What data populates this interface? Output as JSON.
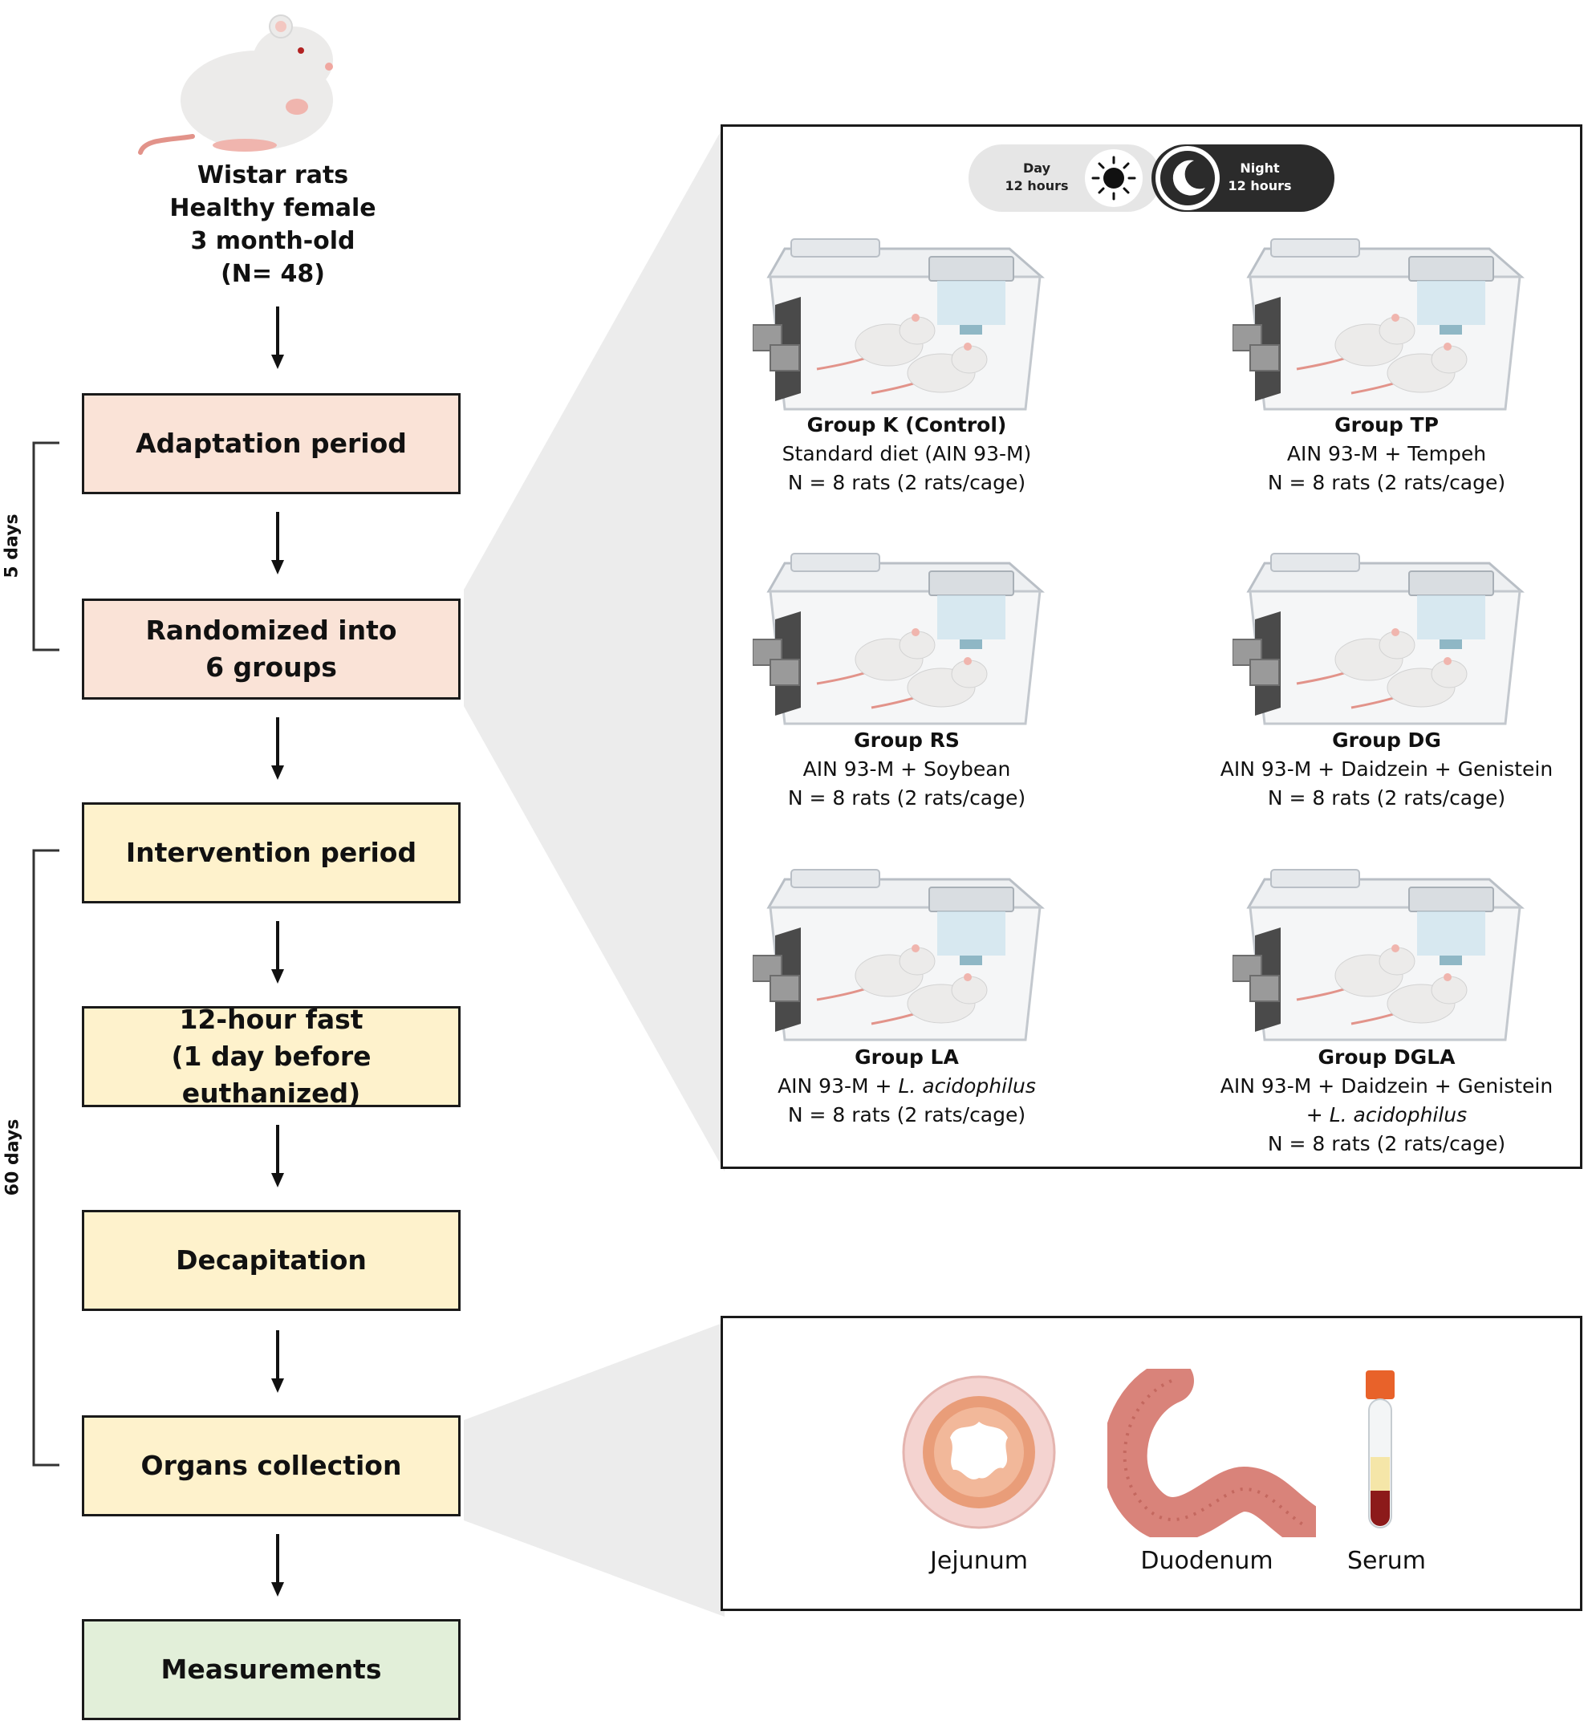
{
  "subject": {
    "lines": [
      "Wistar rats",
      "Healthy female",
      "3 month-old",
      "(N= 48)"
    ]
  },
  "steps": [
    {
      "lines": [
        "Adaptation period"
      ]
    },
    {
      "lines": [
        "Randomized into",
        "6 groups"
      ]
    },
    {
      "lines": [
        "Intervention period"
      ]
    },
    {
      "lines": [
        "12-hour fast",
        "(1 day before euthanized)"
      ]
    },
    {
      "lines": [
        "Decapitation"
      ]
    },
    {
      "lines": [
        "Organs collection"
      ]
    },
    {
      "lines": [
        "Measurements"
      ]
    }
  ],
  "durations": {
    "adaptation": "5 days",
    "intervention": "60 days"
  },
  "light_cycle": {
    "day_label": "Day",
    "day_hours": "12 hours",
    "night_label": "Night",
    "night_hours": "12 hours"
  },
  "groups": [
    {
      "name": "Group K (Control)",
      "diet": "Standard diet (AIN 93-M)",
      "diet_extra": "",
      "count": "N = 8 rats (2 rats/cage)"
    },
    {
      "name": "Group TP",
      "diet": "AIN 93-M + Tempeh",
      "diet_extra": "",
      "count": "N = 8 rats (2 rats/cage)"
    },
    {
      "name": "Group RS",
      "diet": "AIN 93-M + Soybean",
      "diet_extra": "",
      "count": "N = 8 rats (2 rats/cage)"
    },
    {
      "name": "Group DG",
      "diet": "AIN 93-M + Daidzein + Genistein",
      "diet_extra": "",
      "count": "N = 8 rats (2 rats/cage)"
    },
    {
      "name": "Group LA",
      "diet_prefix": "AIN 93-M + ",
      "diet_italic": "L. acidophilus",
      "count": "N = 8 rats (2 rats/cage)"
    },
    {
      "name": "Group DGLA",
      "diet": "AIN 93-M + Daidzein + Genistein",
      "diet_extra_prefix": "+ ",
      "diet_extra_italic": "L. acidophilus",
      "count": "N = 8 rats (2 rats/cage)"
    }
  ],
  "samples": [
    "Jejunum",
    "Duodenum",
    "Serum"
  ],
  "colors": {
    "adaptation_fill": "#fae3d7",
    "intervention_fill": "#fef2cc",
    "measurement_fill": "#e2efd9",
    "zoom_shade": "#ebebeb"
  },
  "icons": [
    "rat-icon",
    "cage-icon",
    "sun-icon",
    "moon-icon",
    "jejunum-icon",
    "duodenum-icon",
    "serum-tube-icon"
  ]
}
